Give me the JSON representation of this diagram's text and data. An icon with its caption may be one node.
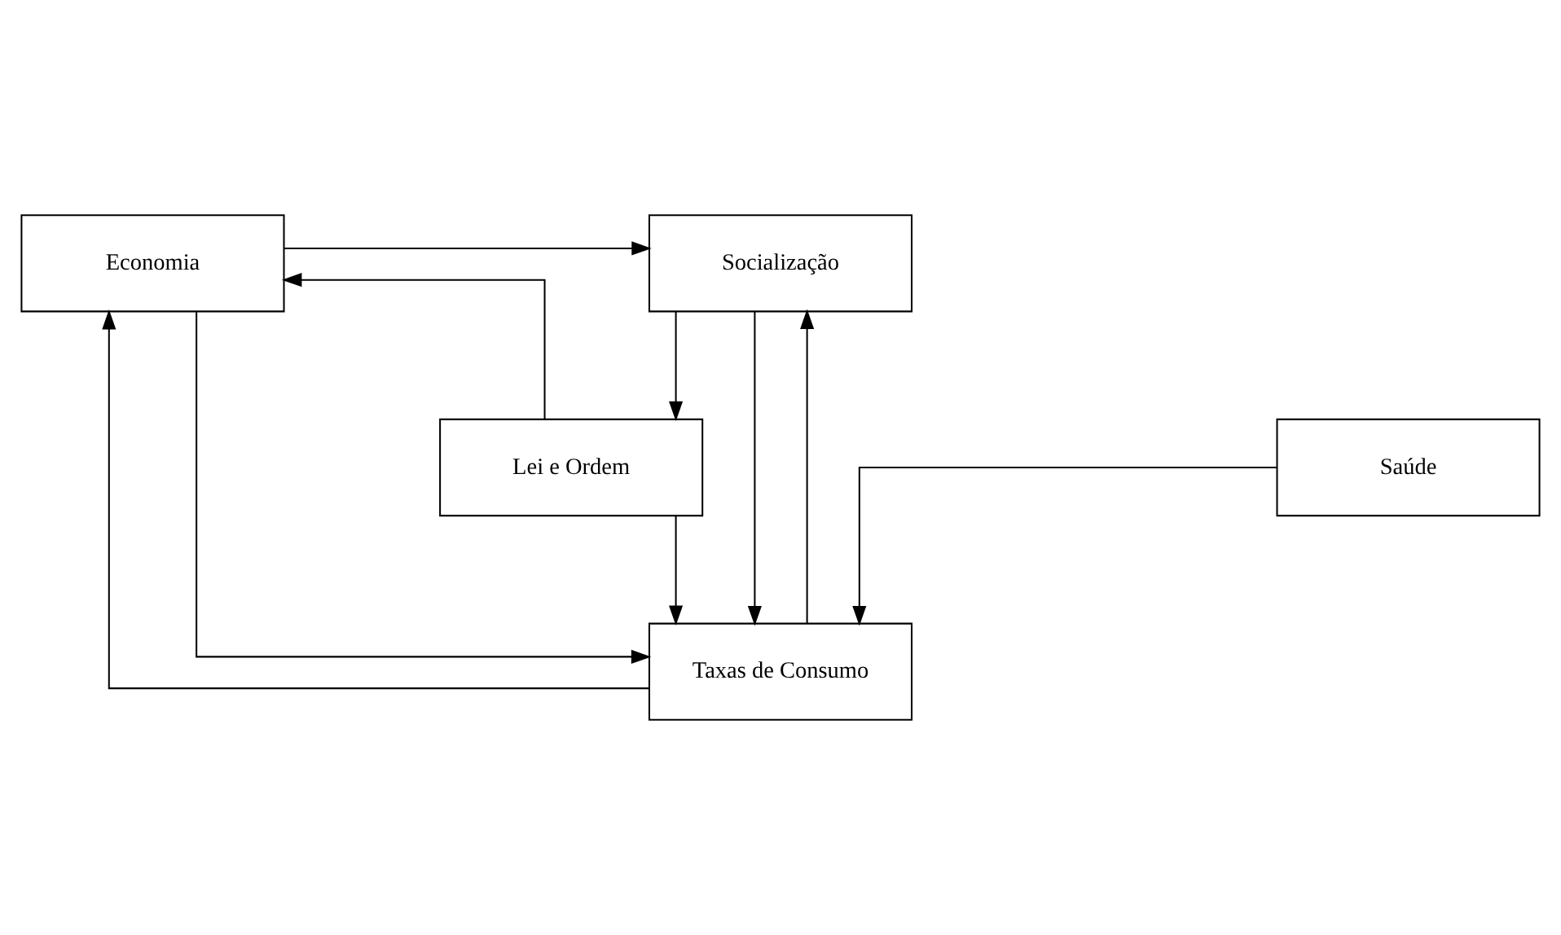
{
  "diagram": {
    "nodes": [
      {
        "text": [
          "Economia"
        ]
      },
      {
        "text": [
          "Socialização"
        ]
      },
      {
        "text": [
          "Taxas de Consumo"
        ]
      },
      {
        "text": [
          "Saúde"
        ]
      },
      {
        "text": [
          "Lei e Ordem"
        ]
      }
    ],
    "edges": [
      {
        "from": 0,
        "to": 1,
        "arrow": "to"
      },
      {
        "from": 0,
        "to": 2,
        "arrow": "to"
      },
      {
        "from": 2,
        "to": 0,
        "arrow": "to"
      },
      {
        "from": 1,
        "to": 2,
        "arrow": "to"
      },
      {
        "from": 2,
        "to": 1,
        "arrow": "to"
      },
      {
        "from": 1,
        "to": 4,
        "arrow": "to"
      },
      {
        "from": 3,
        "to": 2,
        "arrow": "to"
      },
      {
        "from": 4,
        "to": 2,
        "arrow": "to"
      },
      {
        "from": 4,
        "to": 0,
        "arrow": "to"
      }
    ]
  }
}
